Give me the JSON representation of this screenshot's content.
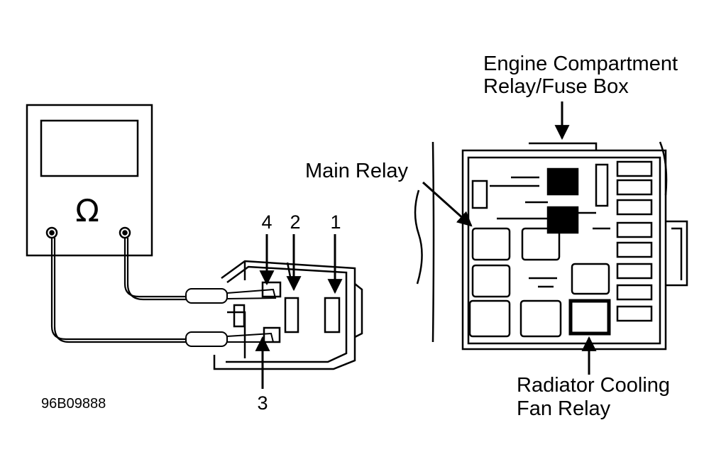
{
  "meter": {
    "symbol": "Ω"
  },
  "terminals": {
    "t1": "1",
    "t2": "2",
    "t3": "3",
    "t4": "4"
  },
  "figure_code": "96B09888",
  "labels": {
    "fuse_box_line1": "Engine Compartment",
    "fuse_box_line2": "Relay/Fuse Box",
    "main_relay": "Main Relay",
    "fan_relay_line1": "Radiator Cooling",
    "fan_relay_line2": "Fan Relay"
  }
}
